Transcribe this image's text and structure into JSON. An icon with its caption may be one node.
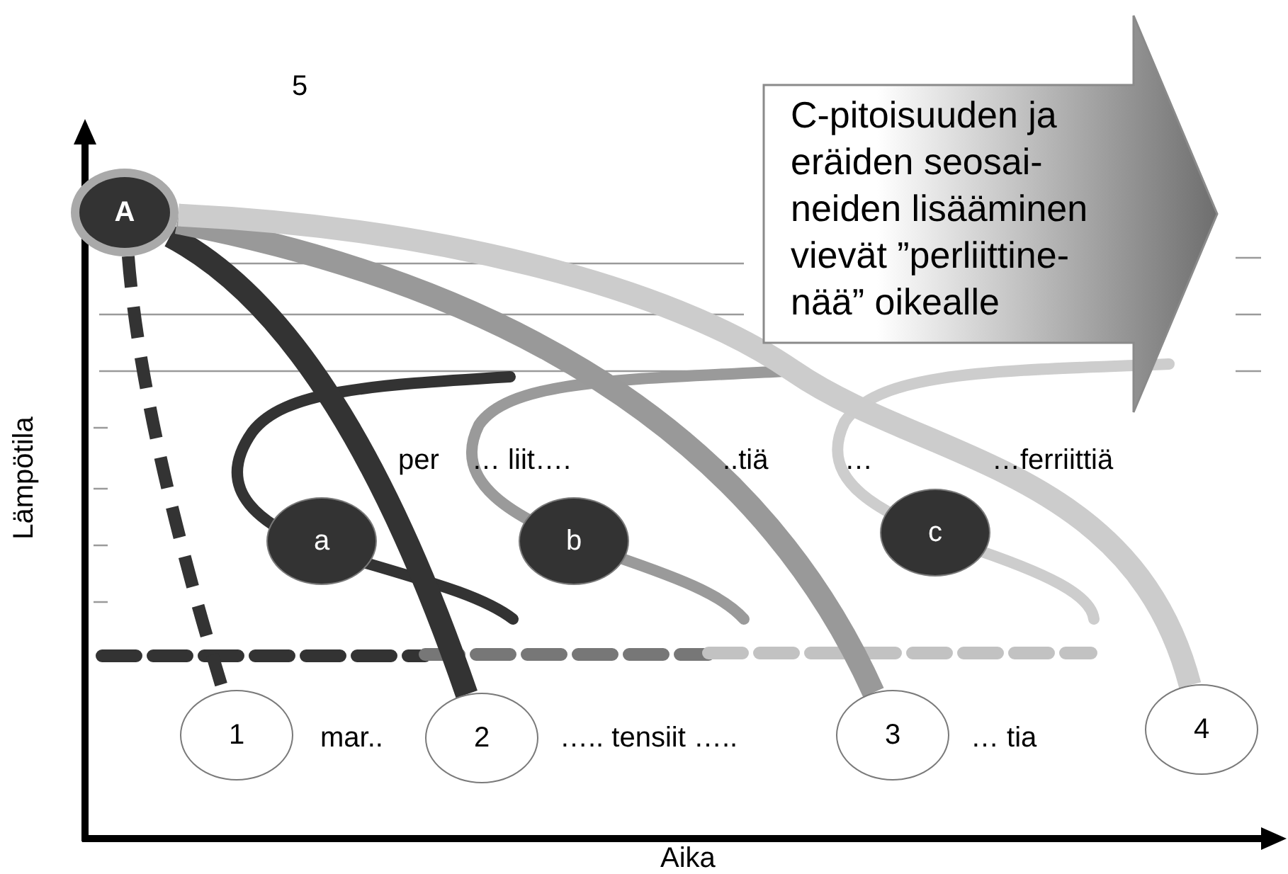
{
  "diagram": {
    "nodes": [
      {
        "text": [
          "A"
        ]
      },
      {
        "text": [
          "C-pitoisuuden ja eräiden seosai- neiden lisääminen vievät ”perliittine- nää” oikealle"
        ]
      },
      {
        "text": [
          "a"
        ]
      },
      {
        "text": [
          "b"
        ]
      },
      {
        "text": [
          "c"
        ]
      },
      {
        "text": [
          "1"
        ]
      },
      {
        "text": [
          "2"
        ]
      },
      {
        "text": [
          "3"
        ]
      },
      {
        "text": [
          "4"
        ]
      }
    ],
    "edges": [
      {
        "from": 0,
        "to": 5,
        "arrow": "none",
        "style": "dashed",
        "color": "#333333"
      },
      {
        "from": 0,
        "to": 6,
        "arrow": "none",
        "color": "#333333"
      },
      {
        "from": 0,
        "to": 7,
        "arrow": "none",
        "color": "#999999"
      },
      {
        "from": 0,
        "to": 8,
        "arrow": "none",
        "color": "#cccccc"
      }
    ],
    "labels": [
      "5",
      "per",
      "… liit….",
      "..tiä",
      "…",
      "…ferriittiä",
      "Lämpötila",
      "mar..",
      "….. tensiit …..",
      "… tia",
      "Aika"
    ]
  }
}
